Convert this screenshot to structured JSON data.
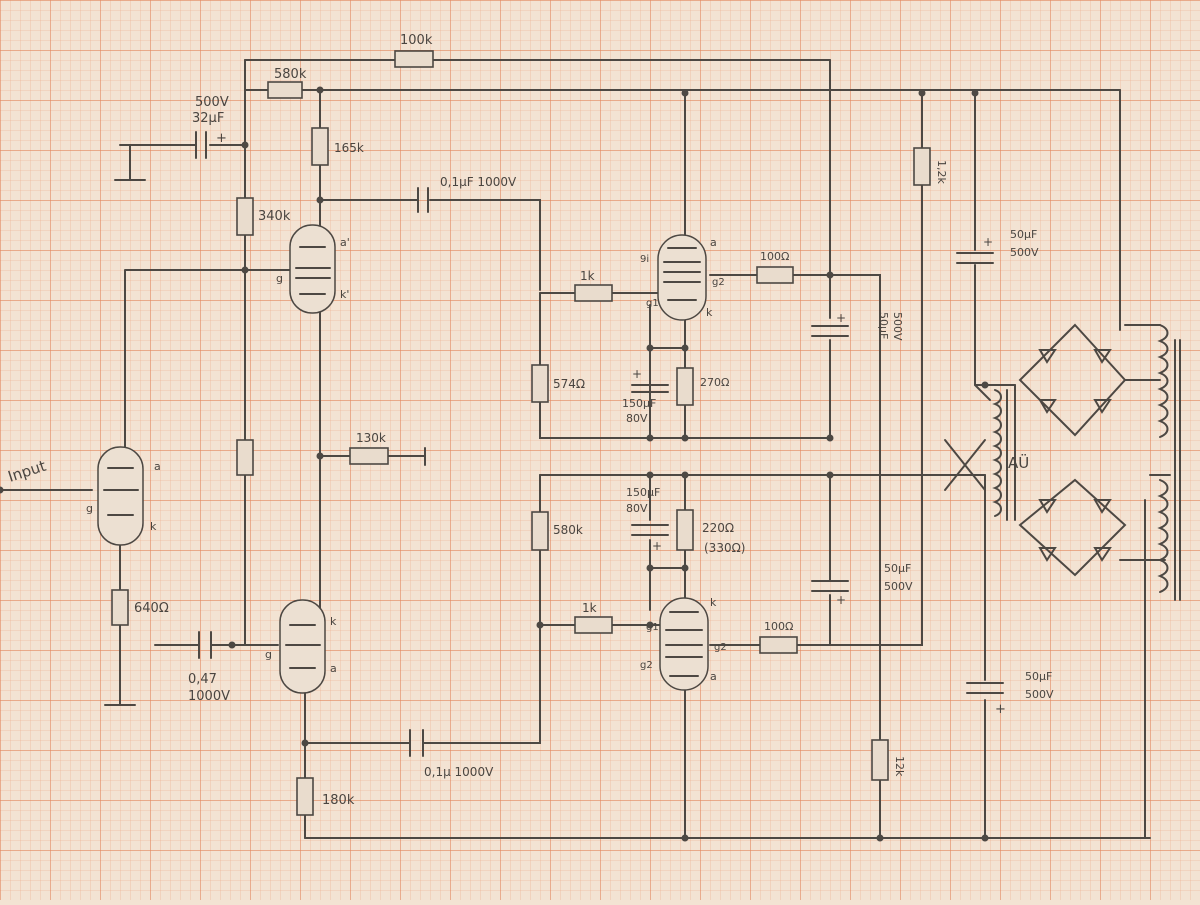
{
  "schematic": {
    "input_label": "Input",
    "tube_pins": {
      "a": "a",
      "k": "k",
      "g": "g",
      "a1": "a'",
      "k1": "k'",
      "g1": "g1",
      "g2": "g2",
      "g2_upper": "9i"
    },
    "components": {
      "r_100k": "100k",
      "r_580k_top": "580k",
      "cap_32uf": "32µF",
      "cap_32uf_voltage": "500V",
      "r_165k": "165k",
      "cap_coupling_top": "0,1µF 1000V",
      "r_340k": "340k",
      "r_130k": "130k",
      "r_640": "640Ω",
      "cap_047_value": "0,47",
      "cap_047_voltage": "1000V",
      "cap_coupling_bottom": "0,1µ 1000V",
      "r_180k": "180k",
      "r_1k_top": "1k",
      "r_574": "574Ω",
      "cap_150_top": "150µF",
      "cap_150_top_voltage": "80V",
      "r_270": "270Ω",
      "r_100_top": "100Ω",
      "cap_50_mid": "50µF",
      "cap_50_mid_voltage": "500V",
      "r_1k2": "1,2k",
      "cap_50_right": "50µF",
      "cap_50_right_voltage": "500V",
      "r_580k_bottom": "580k",
      "cap_150_bottom": "150µF",
      "cap_150_bottom_voltage": "80V",
      "r_220": "220Ω",
      "r_220_alt": "(330Ω)",
      "r_1k_bottom": "1k",
      "r_100_bottom": "100Ω",
      "cap_50_lower": "50µF",
      "cap_50_lower_voltage": "500V",
      "r_12k": "12k",
      "cap_50_bottom_right": "50µF",
      "cap_50_bottom_right_voltage": "500V",
      "transformer": "AÜ"
    },
    "polarity_plus": "+"
  }
}
